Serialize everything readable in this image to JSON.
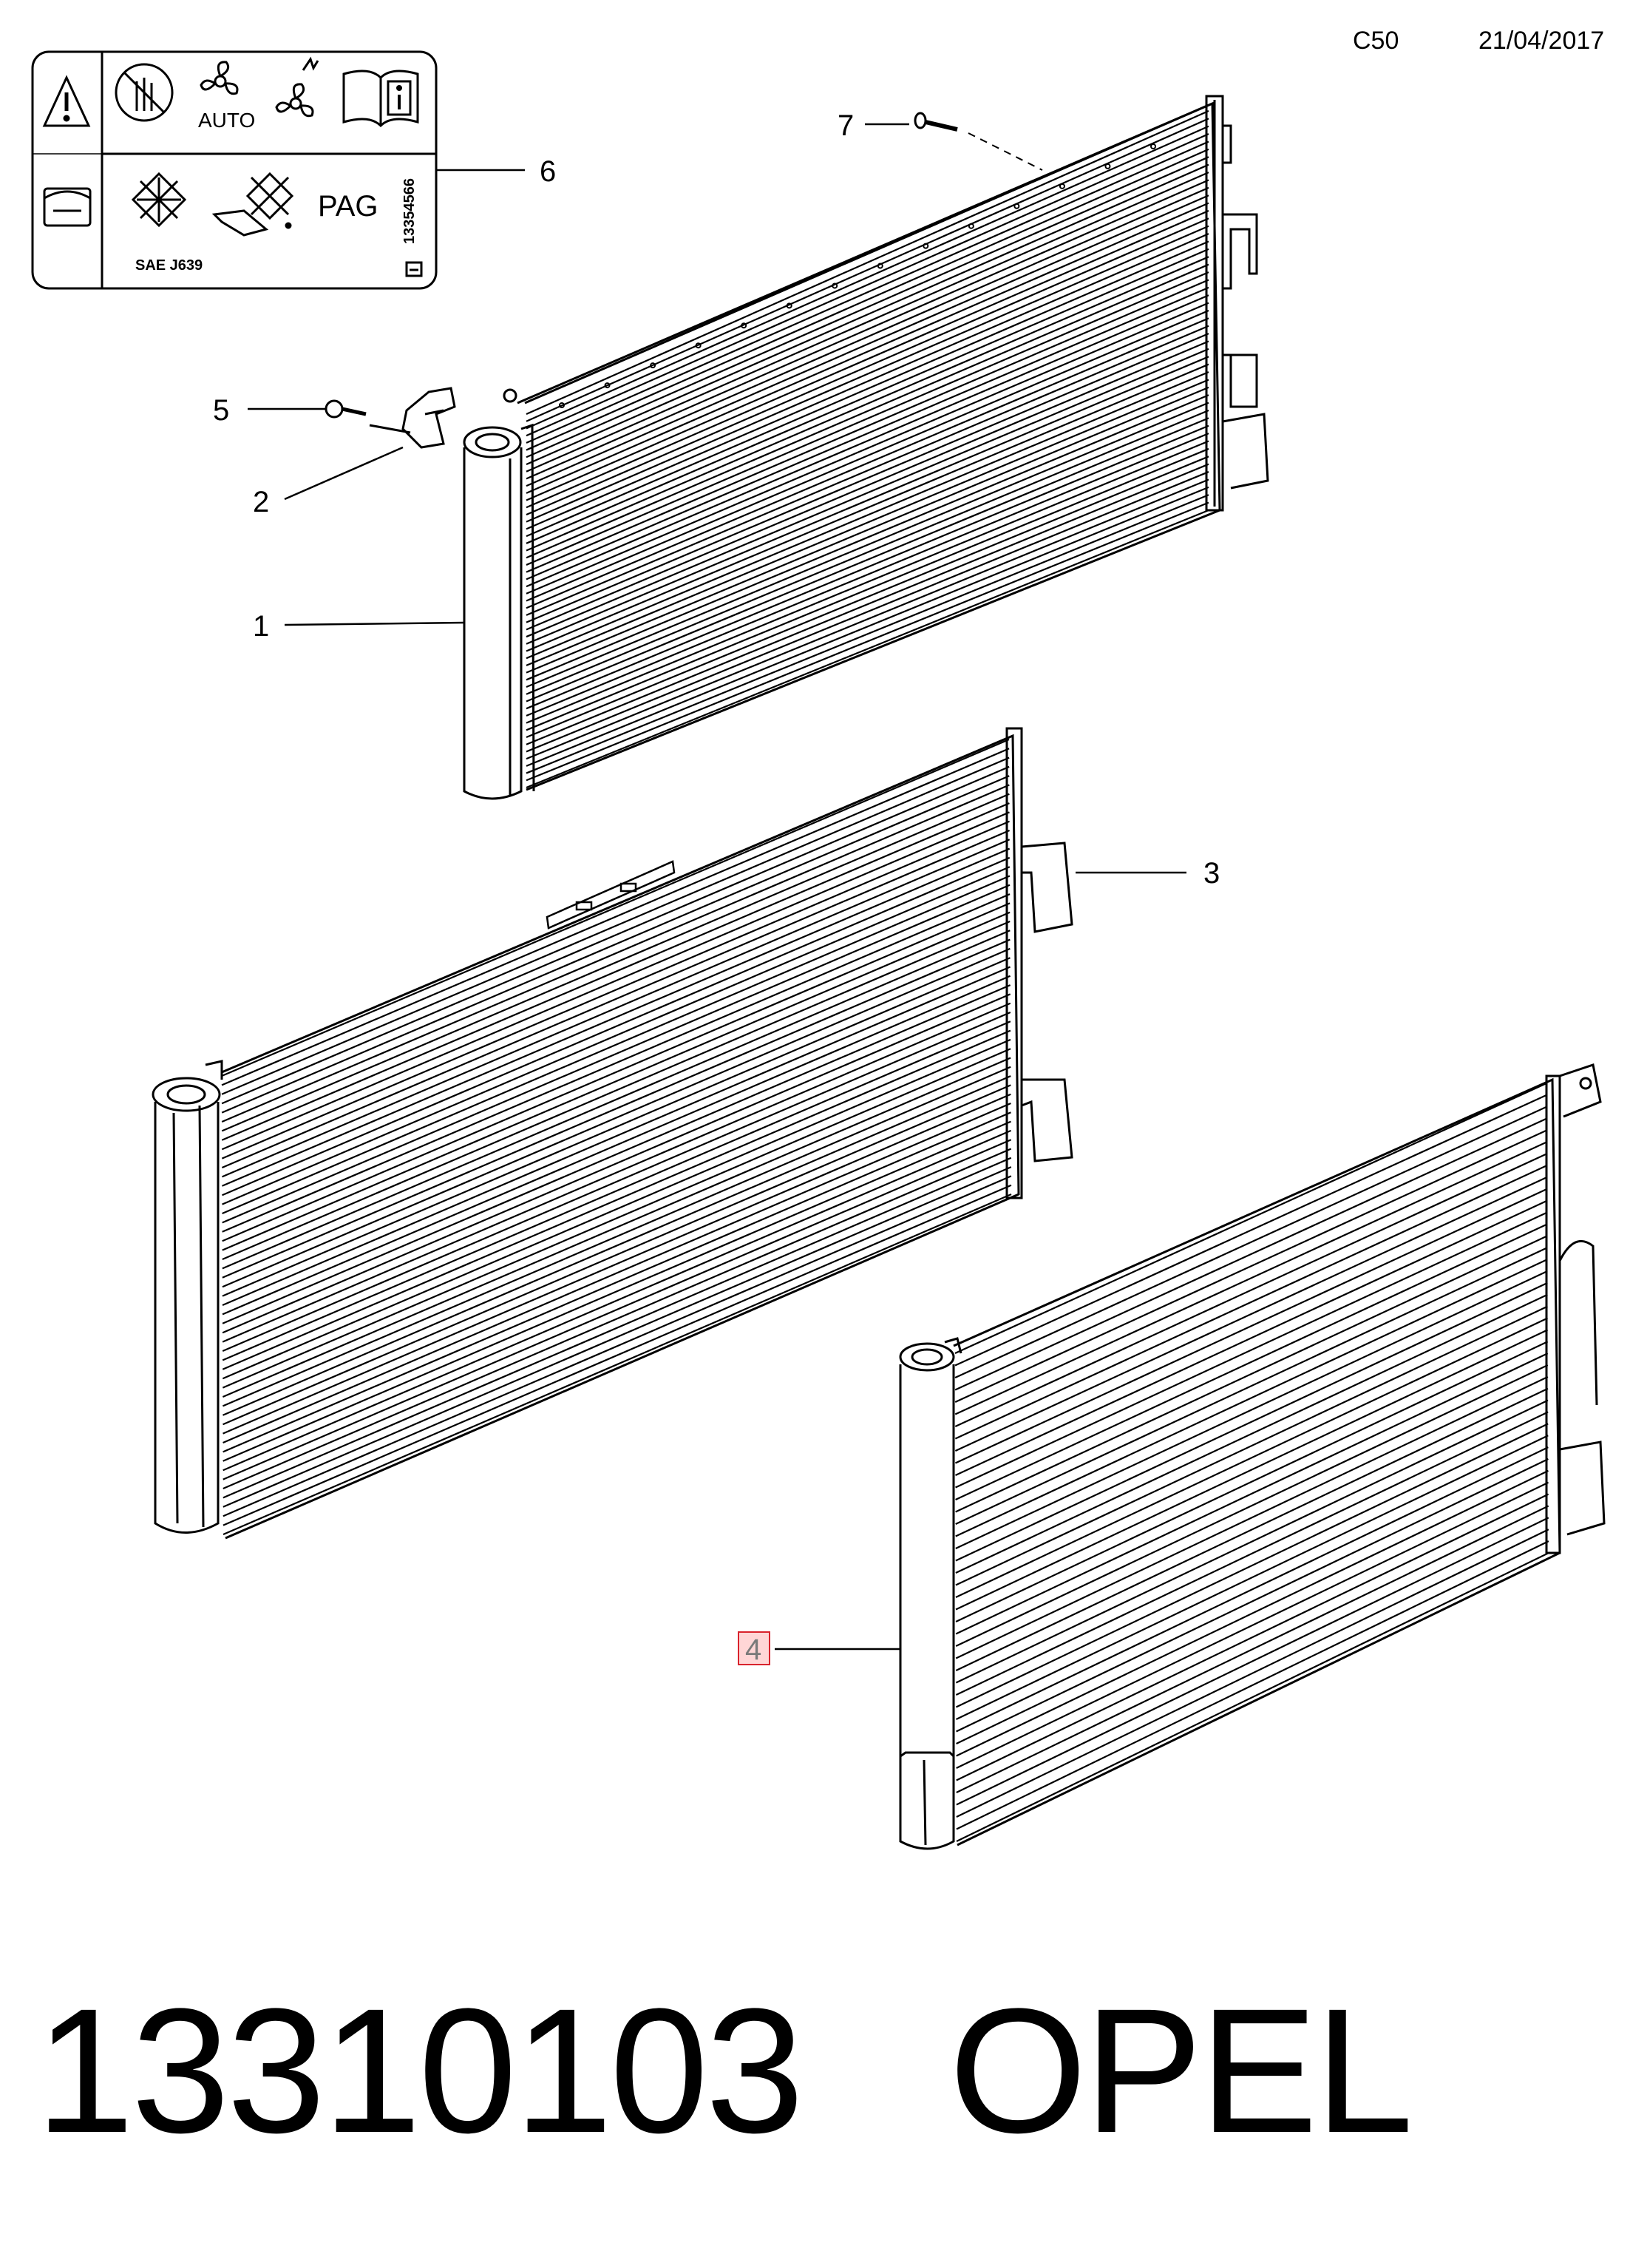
{
  "header": {
    "diagram_code": "C50",
    "date": "21/04/2017"
  },
  "label_card": {
    "auto_text": "AUTO",
    "pag_text": "PAG",
    "part_number_text": "13354566",
    "standard_text": "SAE J639",
    "icons": [
      "warning-triangle-icon",
      "no-touch-icon",
      "fan-auto-icon",
      "fan-pressure-icon",
      "manual-info-icon",
      "service-manual-icon",
      "refrigerant-snowflake-icon",
      "oil-can-snowflake-icon",
      "gm-logo-icon"
    ]
  },
  "callouts": [
    "1",
    "2",
    "3",
    "4",
    "5",
    "6",
    "7"
  ],
  "highlight_color": "#d9232d",
  "footer": {
    "part_number": "13310103",
    "brand": "OPEL"
  }
}
